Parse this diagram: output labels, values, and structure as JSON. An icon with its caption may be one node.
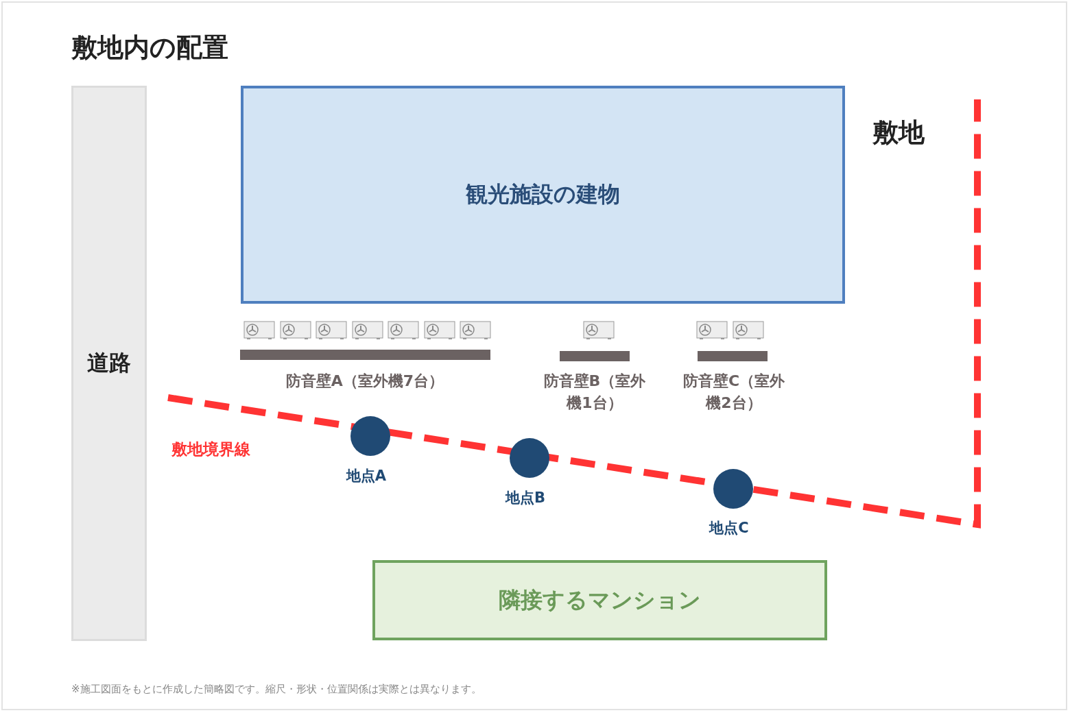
{
  "diagram": {
    "title": "敷地内の配置",
    "caption": "※施工図面をもとに作成した簡略図です。縮尺・形状・位置関係は実際とは異なります。",
    "nodes": [
      {
        "text": [
          "道路"
        ]
      },
      {
        "text": [
          "観光施設の建物"
        ]
      },
      {
        "text": [],
        "shape": "bar",
        "beside": [
          "防音壁A（室外機7台）"
        ]
      },
      {
        "text": [],
        "shape": "bar",
        "beside": [
          "防音壁B（室外機1台）"
        ]
      },
      {
        "text": [],
        "shape": "bar",
        "beside": [
          "防音壁C（室外機2台）"
        ]
      },
      {
        "text": [],
        "shape": "circle",
        "beside": [
          "地点A"
        ]
      },
      {
        "text": [],
        "shape": "circle",
        "beside": [
          "地点B"
        ]
      },
      {
        "text": [],
        "shape": "circle",
        "beside": [
          "地点C"
        ]
      },
      {
        "text": [
          "隣接するマンション"
        ]
      }
    ],
    "edges": [],
    "labels": [
      "敷地",
      "敷地境界線"
    ]
  }
}
